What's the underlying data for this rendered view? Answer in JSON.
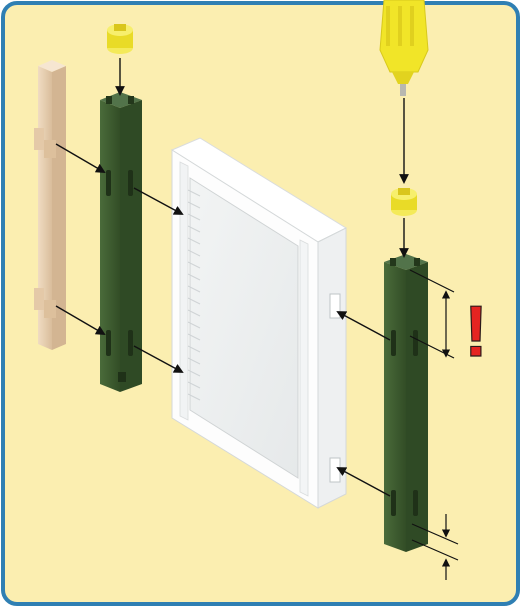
{
  "diagram": {
    "warning_mark": "!",
    "colors": {
      "background": "#fbeeb0",
      "frame": "#2f7fb3",
      "green_pillar": "#3b5a2e",
      "green_dark": "#2a4220",
      "tan_pillar": "#e6cdb0",
      "yellow_tool": "#f1e528",
      "yellow_cap": "#e9db27",
      "white_tray": "#ffffff",
      "arrow": "#111111",
      "warning": "#e52421"
    },
    "parts": [
      {
        "name": "tan-pillar"
      },
      {
        "name": "green-pillar-left"
      },
      {
        "name": "slide-tray"
      },
      {
        "name": "green-pillar-right"
      },
      {
        "name": "yellow-cap-left"
      },
      {
        "name": "yellow-cap-right"
      },
      {
        "name": "yellow-tool"
      }
    ]
  }
}
